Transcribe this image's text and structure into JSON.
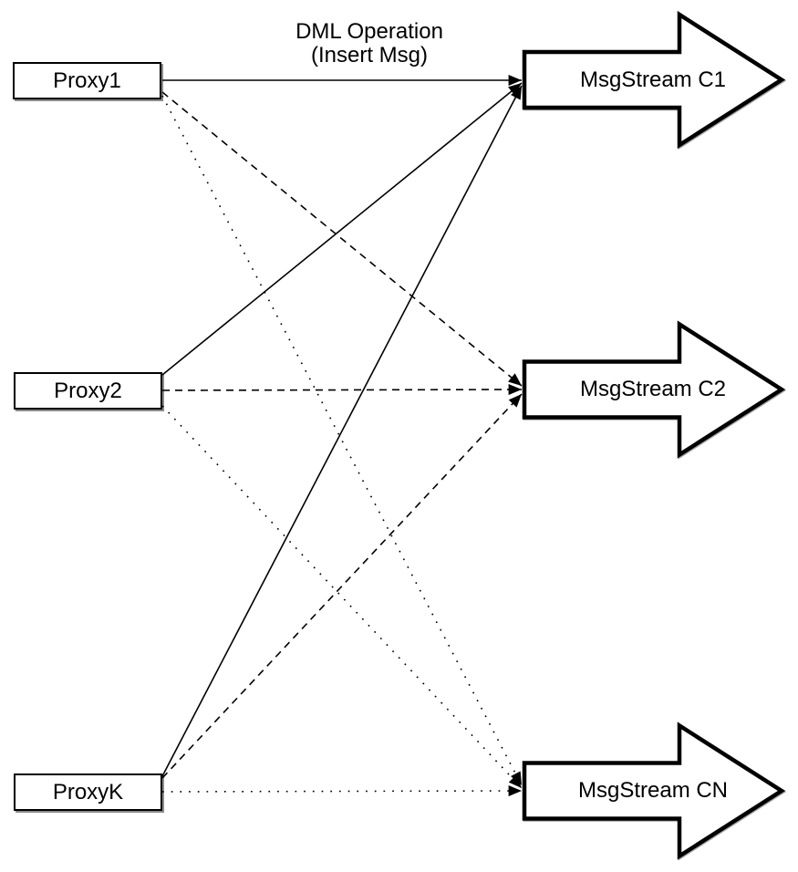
{
  "diagram": {
    "title": {
      "line1": "DML Operation",
      "line2": "(Insert Msg)"
    },
    "proxies": [
      {
        "id": "proxy1",
        "label": "Proxy1"
      },
      {
        "id": "proxy2",
        "label": "Proxy2"
      },
      {
        "id": "proxyk",
        "label": "ProxyK"
      }
    ],
    "streams": [
      {
        "id": "c1",
        "label": "MsgStream C1"
      },
      {
        "id": "c2",
        "label": "MsgStream C2"
      },
      {
        "id": "cn",
        "label": "MsgStream CN"
      }
    ],
    "edges": [
      {
        "from": "Proxy1",
        "to": "MsgStream C1",
        "style": "solid"
      },
      {
        "from": "Proxy2",
        "to": "MsgStream C1",
        "style": "solid"
      },
      {
        "from": "ProxyK",
        "to": "MsgStream C1",
        "style": "solid"
      },
      {
        "from": "Proxy1",
        "to": "MsgStream C2",
        "style": "dashed"
      },
      {
        "from": "Proxy2",
        "to": "MsgStream C2",
        "style": "dashed"
      },
      {
        "from": "ProxyK",
        "to": "MsgStream C2",
        "style": "dashed"
      },
      {
        "from": "Proxy1",
        "to": "MsgStream CN",
        "style": "dotted"
      },
      {
        "from": "Proxy2",
        "to": "MsgStream CN",
        "style": "dotted"
      },
      {
        "from": "ProxyK",
        "to": "MsgStream CN",
        "style": "dotted"
      }
    ],
    "colors": {
      "stroke": "#000000",
      "fill": "#ffffff"
    }
  }
}
